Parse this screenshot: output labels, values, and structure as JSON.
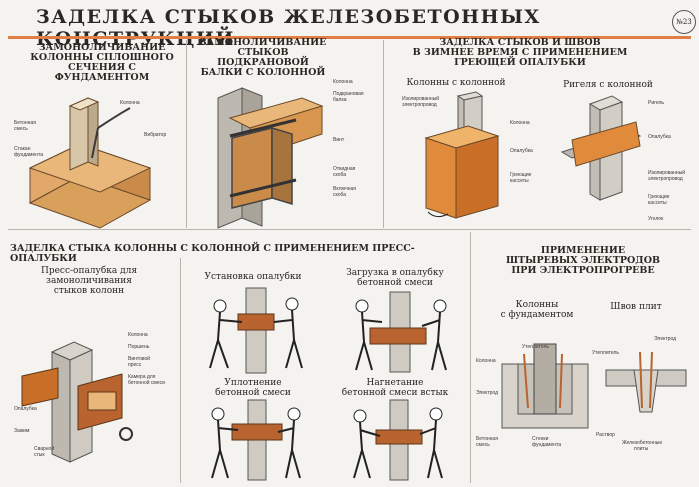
{
  "poster": {
    "title": "ЗАДЕЛКА СТЫКОВ ЖЕЛЕЗОБЕТОННЫХ КОНСТРУКЦИЙ",
    "number": "№23"
  },
  "panels": {
    "p1": {
      "title": [
        "ЗАМОНОЛИЧИВАНИЕ",
        "КОЛОННЫ СПЛОШНОГО",
        "СЕЧЕНИЯ С ФУНДАМЕНТОМ"
      ],
      "labels": {
        "kolonna": "Колонна",
        "beton1": "Бетонная",
        "beton2": "смесь",
        "stakan1": "Стакан",
        "stakan2": "фундамента",
        "vibrator": "Вибратор"
      }
    },
    "p2": {
      "title": [
        "ЗАМОНОЛИЧИВАНИЕ",
        "СТЫКОВ ПОДКРАНОВОЙ",
        "БАЛКИ С КОЛОННОЙ"
      ],
      "labels": {
        "kolonna": "Колонна",
        "podkr1": "Подкрановая",
        "podkr2": "балка",
        "vint": "Винт",
        "otkid1": "Откидная",
        "otkid2": "скоба",
        "vkl1": "Включная",
        "vkl2": "скоба"
      }
    },
    "p3": {
      "title": [
        "ЗАДЕЛКА СТЫКОВ И ШВОВ",
        "В ЗИМНЕЕ ВРЕМЯ С ПРИМЕНЕНИЕМ",
        "ГРЕЮЩЕЙ ОПАЛУБКИ"
      ],
      "sub_left": "Колонны с колонной",
      "sub_right": "Ригеля с колонной",
      "labels": {
        "izol1": "Изолированный",
        "izol2": "электропровод",
        "kolonna": "Колонна",
        "opalubka": "Опалубка",
        "gr1": "Греющие",
        "gr2": "кассеты",
        "rigel": "Ригель",
        "opalubka2": "Опалубка",
        "izolR1": "Изолированный",
        "izolR2": "электропровод",
        "grR1": "Греющие",
        "grR2": "кассеты",
        "ugolok": "Уголок"
      }
    },
    "p4": {
      "title": "ЗАДЕЛКА СТЫКА КОЛОННЫ С КОЛОННОЙ С ПРИМЕНЕНИЕМ ПРЕСС-ОПАЛУБКИ",
      "sub_main": [
        "Пресс-опалубка для",
        "замоноличивания",
        "стыков колонн"
      ],
      "steps": {
        "s1": [
          "Установка опалубки"
        ],
        "s2": [
          "Загрузка в опалубку",
          "бетонной смеси"
        ],
        "s3": [
          "Уплотнение",
          "бетонной смеси"
        ],
        "s4": [
          "Нагнетание",
          "бетонной смеси встык"
        ]
      },
      "labels": {
        "kolonna": "Колонна",
        "porshen": "Поршень",
        "vint1": "Винтовой",
        "vint2": "пресс",
        "kam1": "Камера для",
        "kam2": "бетонной смеси",
        "opalubka": "Опалубка",
        "zazhim": "Зажим",
        "svar1": "Сварной",
        "svar2": "стык"
      }
    },
    "p5": {
      "title": [
        "ПРИМЕНЕНИЕ",
        "ШТЫРЕВЫХ ЭЛЕКТРОДОВ",
        "ПРИ ЭЛЕКТРОПРОГРЕВЕ"
      ],
      "sub_left": [
        "Колонны",
        "с фундаментом"
      ],
      "sub_right": "Швов плит",
      "labels": {
        "uteplL": "Утеплитель",
        "kolonna": "Колонна",
        "elektrL": "Электрод",
        "beton1": "Бетонная",
        "beton2": "смесь",
        "stenki1": "Стенки",
        "stenki2": "фундамента",
        "uteplR": "Утеплитель",
        "elektrR": "Электрод",
        "rastvor": "Раствор",
        "plity1": "Железобетонные",
        "plity2": "плиты"
      }
    }
  },
  "colors": {
    "accent": "#e07e44",
    "concrete": "#cfcac2",
    "steel": "#5a5550",
    "copper": "#b9632f"
  }
}
